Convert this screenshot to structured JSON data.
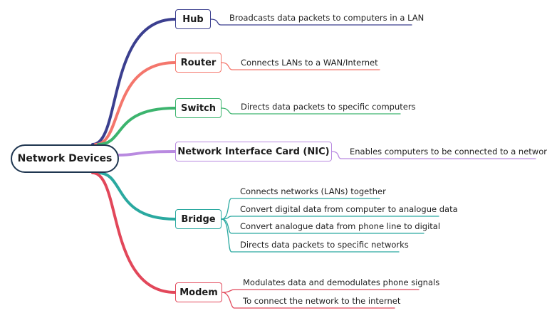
{
  "root": {
    "label": "Network Devices",
    "border_color": "#1f3650"
  },
  "branches": [
    {
      "id": "hub",
      "label": "Hub",
      "color": "#3b3f8f",
      "leaves": [
        "Broadcasts data packets to computers in a LAN"
      ]
    },
    {
      "id": "router",
      "label": "Router",
      "color": "#f4766c",
      "leaves": [
        "Connects LANs to a WAN/Internet"
      ]
    },
    {
      "id": "switch",
      "label": "Switch",
      "color": "#3cb46e",
      "leaves": [
        "Directs data packets to specific computers"
      ]
    },
    {
      "id": "nic",
      "label": "Network Interface Card (NIC)",
      "color": "#b98ae0",
      "leaves": [
        "Enables computers to be connected to a network"
      ]
    },
    {
      "id": "bridge",
      "label": "Bridge",
      "color": "#2aa9a0",
      "leaves": [
        "Connects networks (LANs) together",
        "Convert digital data from computer to analogue data",
        "Convert analogue data from phone line to digital",
        "Directs data packets to specific networks"
      ]
    },
    {
      "id": "modem",
      "label": "Modem",
      "color": "#e2475a",
      "leaves": [
        "Modulates data and demodulates phone signals",
        "To connect the network to the internet"
      ]
    }
  ]
}
